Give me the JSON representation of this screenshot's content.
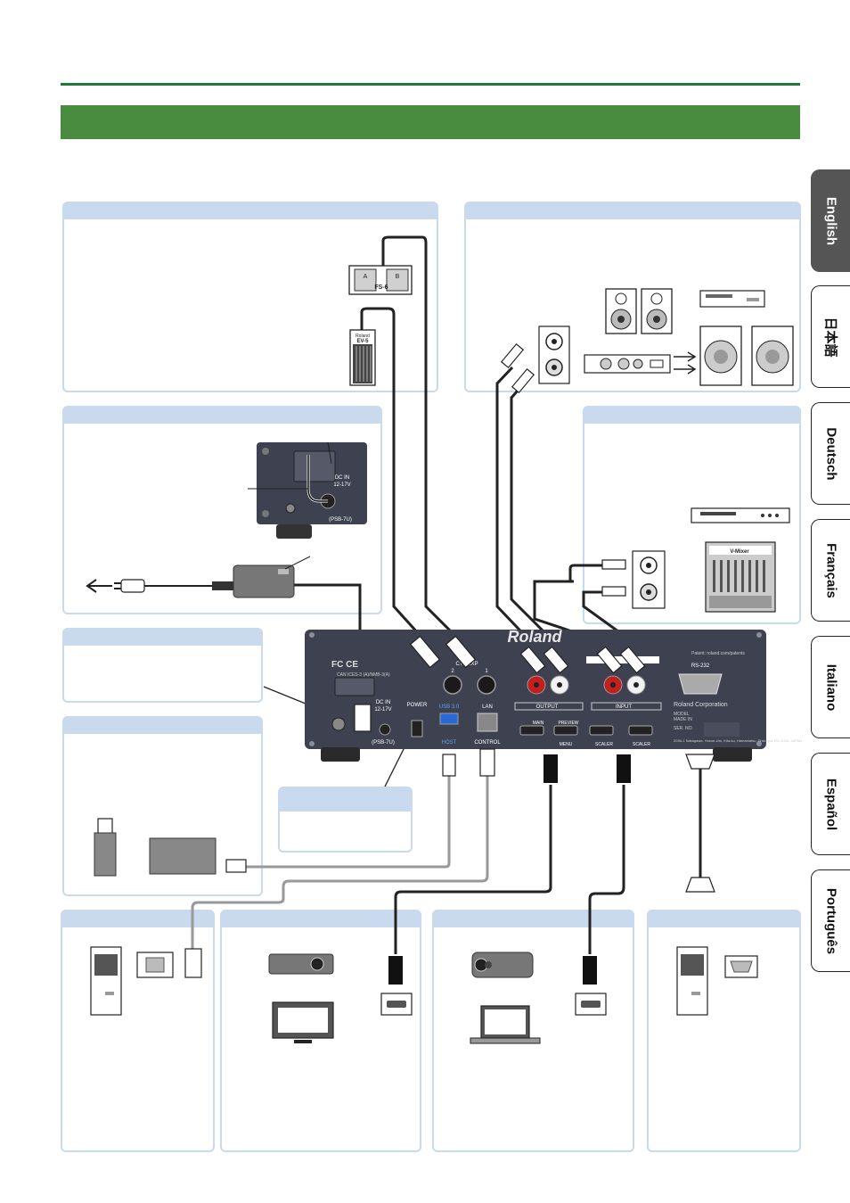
{
  "language_tabs": [
    {
      "label": "English",
      "active": true
    },
    {
      "label": "日本語",
      "active": false
    },
    {
      "label": "Deutsch",
      "active": false
    },
    {
      "label": "Français",
      "active": false
    },
    {
      "label": "Italiano",
      "active": false
    },
    {
      "label": "Español",
      "active": false
    },
    {
      "label": "Português",
      "active": false
    }
  ],
  "device": {
    "brand": "Roland",
    "compliance": "CAN ICES-3 (A)/NMB-3(A)",
    "ctl_exp": "CTL/EXP",
    "jack_1": "1",
    "jack_2": "2",
    "dc_in": "DC IN",
    "dc_voltage": "12-17V",
    "psu": "(PSB-7U)",
    "power": "POWER",
    "usb": "USB 3.0",
    "host": "HOST",
    "lan": "LAN",
    "control": "CONTROL",
    "output": "OUTPUT",
    "input": "INPUT",
    "main": "MAIN",
    "preview": "PREVIEW",
    "menu": "MENU",
    "scaler": "SCALER",
    "rs232": "RS-232",
    "patent": "Patent: roland.com/patents",
    "corp": "Roland Corporation",
    "model": "MODEL",
    "made_in": "MADE IN",
    "ser_no": "SER. NO.",
    "address": "2036-1 Nakagawa, Hosoe-cho, Kita-ku, Hamamatsu, Shizuoka 431-1304, JAPAN"
  },
  "devices": {
    "footswitch": "FS-6",
    "footswitch_labels": [
      "A",
      "B"
    ],
    "expression_brand": "Roland",
    "expression_model": "EV-5",
    "dc_in_small": "DC IN",
    "dc_voltage_small": "12-17V",
    "psu_small": "(PSB-7U)",
    "mixer_brand": "V-Mixer"
  },
  "colors": {
    "green_rule": "#1e7a3c",
    "green_band": "#4a8c3f",
    "panel_border": "#c9d9ee",
    "device_body": "#3d4150",
    "cable": "#222222"
  }
}
